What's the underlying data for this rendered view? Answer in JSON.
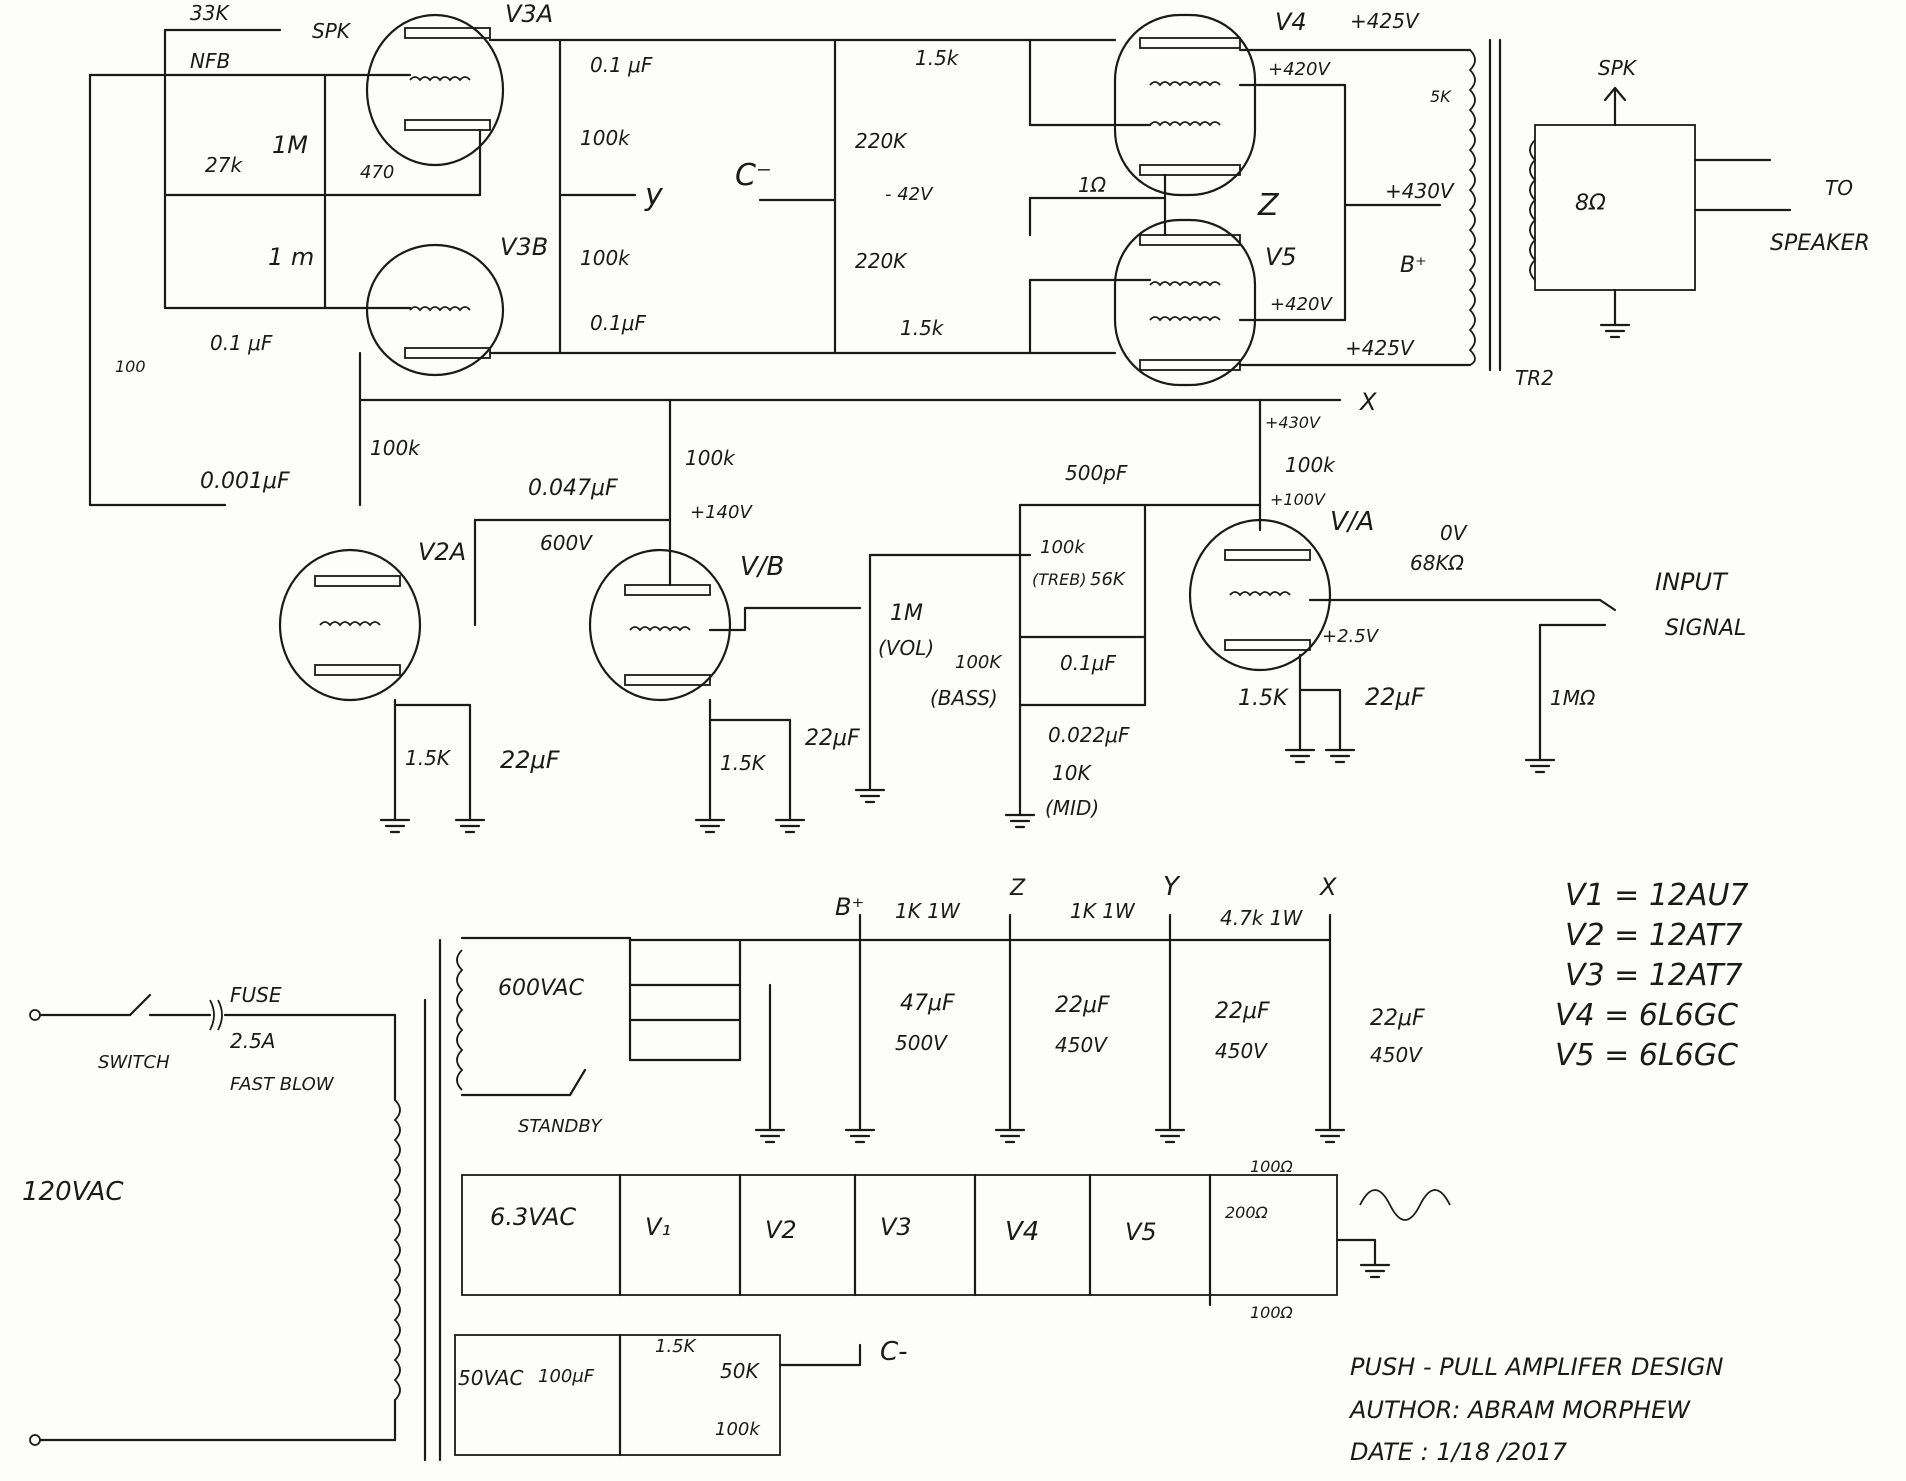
{
  "labels": {
    "v3a": "V3A",
    "v3b": "V3B",
    "v4": "V4",
    "v5": "V5",
    "v2a": "V2A",
    "v1b": "V/B",
    "v1a": "V/A",
    "r33k": "33K",
    "spk_top": "SPK",
    "nfb": "NFB",
    "r27k": "27k",
    "r1m_a": "1M",
    "r470": "470",
    "r1m_b": "1 m",
    "c01_a": "0.1 μF",
    "r100": "100",
    "c01_top": "0.1 μF",
    "c01_bot": "0.1μF",
    "r100k_a": "100k",
    "r100k_b": "100k",
    "y_node": "y",
    "c_minus": "C⁻",
    "r220k_a": "220K",
    "r220k_b": "220K",
    "v_neg42": "- 42V",
    "r15k_top": "1.5k",
    "r15k_bot": "1.5k",
    "r1ohm": "1Ω",
    "z_node": "Z",
    "v425_top": "+425V",
    "v420_top": "+420V",
    "v430": "+430V",
    "bplus_top": "B⁺",
    "v420_bot": "+420V",
    "v425_bot": "+425V",
    "r5k": "5K",
    "tr2": "TR2",
    "spk_out": "SPK",
    "r8ohm": "8Ω",
    "to": "TO",
    "speaker": "SPEAKER",
    "x_node": "X",
    "v430_x": "+430V",
    "r100k_v2": "100k",
    "r100k_v1b": "100k",
    "r100k_v1a": "100k",
    "c0001": "0.001μF",
    "c0047": "0.047μF",
    "v600": "600V",
    "v140": "+140V",
    "v100": "+100V",
    "c500p": "500pF",
    "r100k_treb": "100k",
    "treb": "(TREB)",
    "r56k": "56K",
    "r1m_vol": "1M",
    "vol": "(VOL)",
    "r100k_bass": "100K",
    "bass": "(BASS)",
    "c01_tone": "0.1μF",
    "c0022": "0.022μF",
    "r10k": "10K",
    "mid": "(MID)",
    "zero_v": "0V",
    "r68k": "68KΩ",
    "input": "INPUT",
    "signal": "SIGNAL",
    "v25": "+2.5V",
    "r15k_v1a": "1.5K",
    "c22_v1a": "22μF",
    "r1mohm": "1MΩ",
    "r15k_v2a": "1.5K",
    "c22_v2a": "22μF",
    "r15k_v1b": "1.5K",
    "c22_v1b": "22μF",
    "bplus": "B⁺",
    "z_ps": "Z",
    "y_ps": "Y",
    "x_ps": "X",
    "r1k1w_a": "1K 1W",
    "r1k1w_b": "1K 1W",
    "r47k1w": "4.7k 1W",
    "c47": "47μF",
    "v500": "500V",
    "c22_a": "22μF",
    "v450_a": "450V",
    "c22_b": "22μF",
    "v450_b": "450V",
    "c22_c": "22μF",
    "v450_c": "450V",
    "vac600": "600VAC",
    "standby": "STANDBY",
    "fuse": "FUSE",
    "switch": "SWITCH",
    "fuse_rating": "2.5A",
    "fast_blow": "FAST BLOW",
    "vac120": "120VAC",
    "vac63": "6.3VAC",
    "h_v1": "V₁",
    "h_v2": "V2",
    "h_v3": "V3",
    "h_v4": "V4",
    "h_v5": "V5",
    "r100ohm_top": "100Ω",
    "r200ohm": "200Ω",
    "r100ohm_bot": "100Ω",
    "vac50": "50VAC",
    "c100": "100μF",
    "r15k_bias": "1.5K",
    "r50k": "50K",
    "r100k_bias": "100k",
    "c_minus_ps": "C-",
    "tube_v1": "V1 = 12AU7",
    "tube_v2": "V2 = 12AT7",
    "tube_v3": "V3 = 12AT7",
    "tube_v4": "V4 = 6L6GC",
    "tube_v5": "V5 = 6L6GC",
    "title": "PUSH - PULL AMPLIFER DESIGN",
    "author": "AUTHOR:   ABRAM  MORPHEW",
    "date": "DATE :   1/18 /2017"
  }
}
